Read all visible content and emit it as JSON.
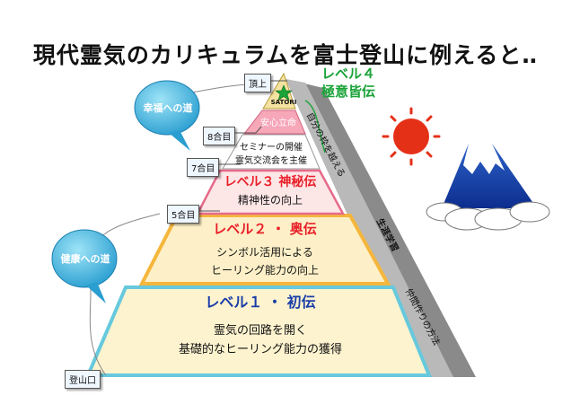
{
  "title": "現代霊気のカリキュラムを富士登山に例えると‥",
  "pyramid": {
    "summit_label": "SATORI",
    "tier_anshin": "安心立命",
    "tier_seminar_line1": "セミナーの開催",
    "tier_seminar_line2": "霊気交流会を主催",
    "level3_title": "レベル３ 神秘伝",
    "level3_desc": "精神性の向上",
    "level2_title": "レベル２ ・ 奥伝",
    "level2_desc_line1": "シンボル活用による",
    "level2_desc_line2": "ヒーリング能力の向上",
    "level1_title": "レベル１ ・ 初伝",
    "level1_desc_line1": "霊気の回路を開く",
    "level1_desc_line2": "基礎的なヒーリング能力の獲得"
  },
  "level4": {
    "title": "レベル４",
    "subtitle": "極意皆伝"
  },
  "stations": {
    "summit": "頂上",
    "eighth": "8合目",
    "seventh": "7合目",
    "fifth": "5合目",
    "trailhead": "登山口"
  },
  "bubbles": {
    "happiness": "幸福への道",
    "health": "健康への道"
  },
  "side_labels": {
    "beyond": "自分の枠を越える",
    "life_learning": "生涯学習",
    "peers": "仲間作りの方法"
  },
  "colors": {
    "level1": "#fdf3cf",
    "level1_border": "#66c9dd",
    "level2": "#fdf0c8",
    "level2_border": "#f5b63c",
    "level3": "#fde6e6",
    "level3_border": "#e66a8a",
    "title_red": "#e8202a",
    "title_blue": "#1a3ea8",
    "level4_green": "#1aa338",
    "sun": "#e53018"
  },
  "icons": [
    "star-icon",
    "sun-icon",
    "mount-fuji-icon",
    "speech-bubble-icon"
  ]
}
